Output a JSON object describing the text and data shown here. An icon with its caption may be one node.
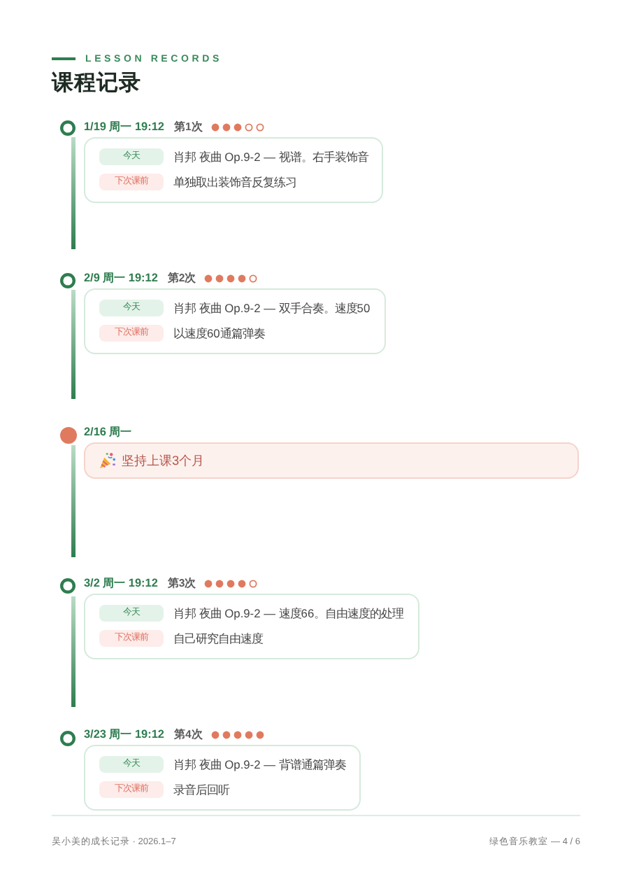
{
  "diagram": {
    "title": "课程记录",
    "nodes": [
      {
        "text": [
          "1/19 周一 19:12",
          "第1次"
        ]
      },
      {
        "text": [
          "今天"
        ],
        "in": 0,
        "beside": [
          "肖邦 夜曲 Op.9-2 — 视谱。右手装饰音"
        ]
      },
      {
        "text": [
          "下次课前"
        ],
        "in": 0,
        "beside": [
          "单独取出装饰音反复练习"
        ]
      },
      {
        "text": [
          "2/9 周一 19:12",
          "第2次"
        ]
      },
      {
        "text": [
          "今天"
        ],
        "in": 3,
        "beside": [
          "肖邦 夜曲 Op.9-2 — 双手合奏。速度50"
        ]
      },
      {
        "text": [
          "下次课前"
        ],
        "in": 3,
        "beside": [
          "以速度60通篇弹奏"
        ]
      },
      {
        "text": [
          "2/16 周一",
          "坚持上课3个月"
        ]
      },
      {
        "text": [
          "3/2 周一 19:12",
          "第3次"
        ]
      },
      {
        "text": [
          "今天"
        ],
        "in": 7,
        "beside": [
          "肖邦 夜曲 Op.9-2 — 速度66。自由速度的处理"
        ]
      },
      {
        "text": [
          "下次课前"
        ],
        "in": 7,
        "beside": [
          "自己研究自由速度"
        ]
      },
      {
        "text": [
          "3/23 周一 19:12",
          "第4次"
        ]
      },
      {
        "text": [
          "今天"
        ],
        "in": 10,
        "beside": [
          "肖邦 夜曲 Op.9-2 — 背谱通篇弹奏"
        ]
      },
      {
        "text": [
          "下次课前"
        ],
        "in": 10,
        "beside": [
          "录音后回听"
        ]
      }
    ],
    "labels": [
      "LESSON RECORDS",
      "吴小美的成长记录 · 2026.1–7",
      "绿色音乐教室 — 4 / 6"
    ]
  }
}
